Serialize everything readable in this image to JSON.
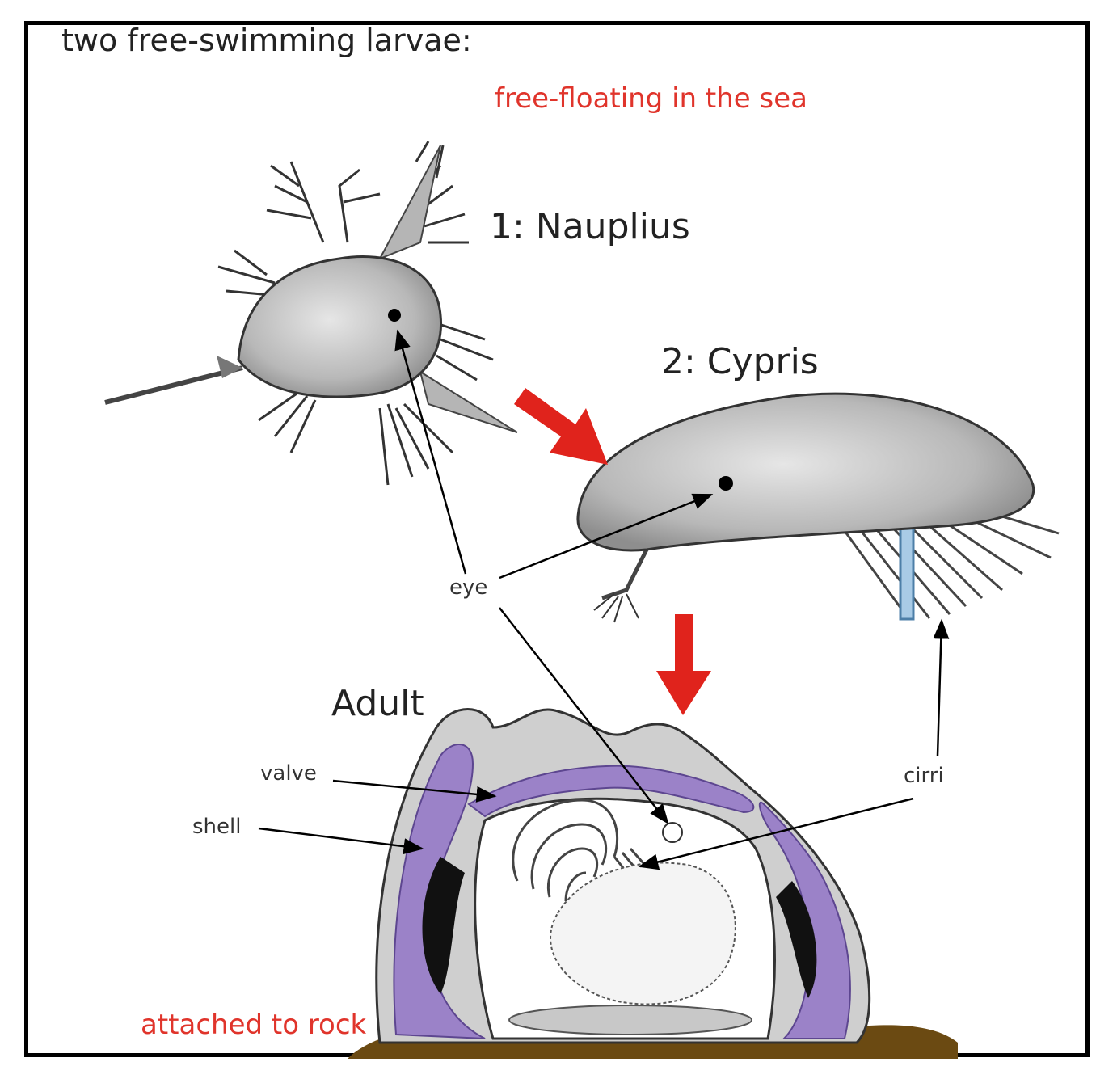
{
  "title": "two free-swimming larvae:",
  "habitat_sea": "free-floating in the sea",
  "habitat_rock": "attached to rock",
  "stages": {
    "nauplius": "1: Nauplius",
    "cypris": "2: Cypris",
    "adult": "Adult"
  },
  "parts": {
    "eye": "eye",
    "valve": "valve",
    "shell": "shell",
    "cirri": "cirri"
  },
  "colors": {
    "shell": "#9b82c8",
    "shell_dark": "#7a5fae",
    "body_gray": "#bdbdbd",
    "stage_arrow": "#e0231c",
    "rock": "#6b4a12",
    "cirri_highlight": "#7fb0d6",
    "red_text": "#e0342b"
  }
}
